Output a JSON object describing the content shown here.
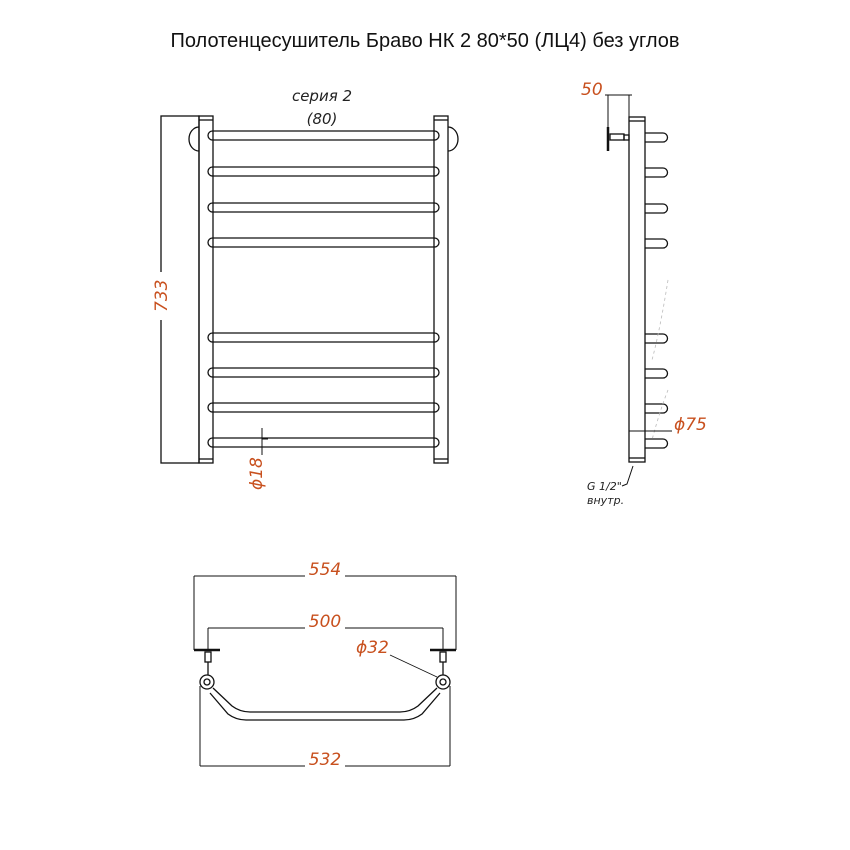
{
  "title": "Полотенцесушитель Браво НК 2 80*50 (ЛЦ4) без углов",
  "colors": {
    "dimension": "#c8501e",
    "line": "#111111",
    "background": "#ffffff"
  },
  "front_view": {
    "series_label": "серия 2",
    "series_value": "(80)",
    "height_dim": "733",
    "rail_diameter_dim": "ϕ18",
    "rail_count": 8
  },
  "side_view": {
    "offset_dim": "50",
    "mount_diameter_dim": "ϕ75",
    "thread_label": "G 1/2\"",
    "thread_note": "внутр."
  },
  "top_view": {
    "overall_width_dim": "554",
    "center_distance_dim": "500",
    "pipe_diameter_dim": "ϕ32",
    "rail_width_dim": "532"
  }
}
